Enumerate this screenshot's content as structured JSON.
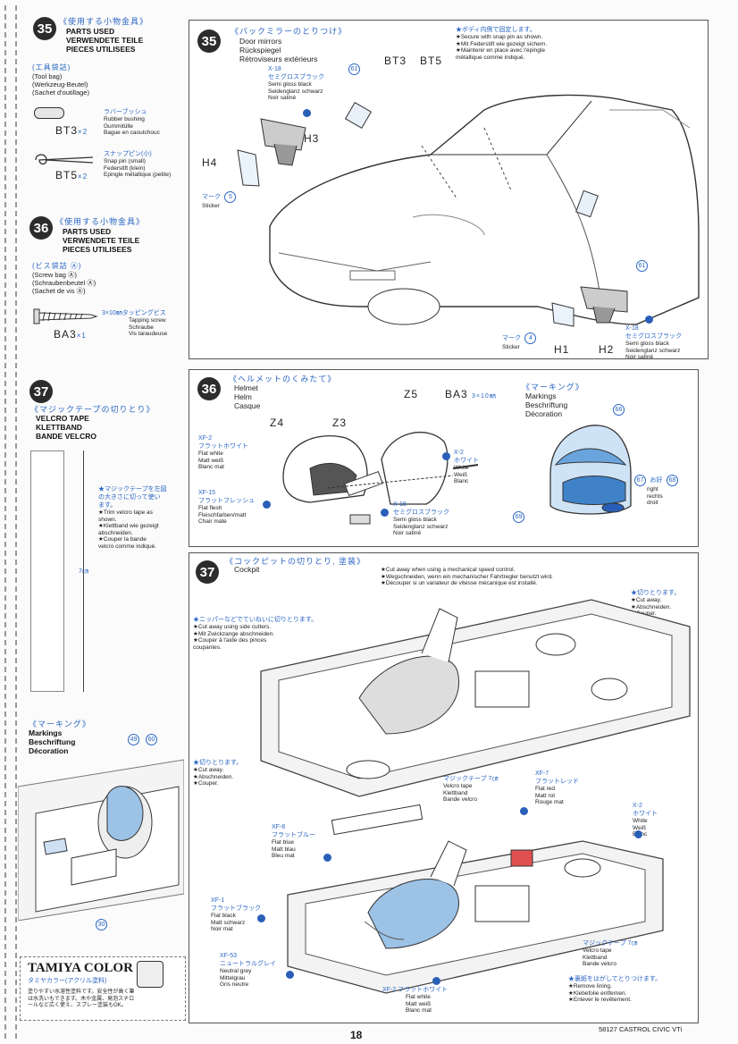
{
  "page_number": "18",
  "footer_code": "58127 CASTROL CIVIC VTi",
  "step35_parts": {
    "num": "35",
    "jp": "《使用する小物金具》",
    "title": [
      "PARTS USED",
      "VERWENDETE TEILE",
      "PIECES UTILISEES"
    ],
    "bag_jp": "(工具袋詰)",
    "bag": [
      "(Tool bag)",
      "(Werkzeug-Beutel)",
      "(Sachet d'outillage)"
    ],
    "bt3": {
      "id": "BT3",
      "qty": "×2",
      "jp": "ラバーブッシュ",
      "names": [
        "Rubber bushing",
        "Gummitülle",
        "Bague en caoutchouc"
      ]
    },
    "bt5": {
      "id": "BT5",
      "qty": "×2",
      "jp": "スナップピン(小)",
      "names": [
        "Snap pin (small)",
        "Federstift (klein)",
        "Epingle métallique (petite)"
      ]
    }
  },
  "step36_parts": {
    "num": "36",
    "jp": "《使用する小物金具》",
    "title": [
      "PARTS USED",
      "VERWENDETE TEILE",
      "PIECES UTILISEES"
    ],
    "bag_jp": "(ビス袋詰 Ⓐ)",
    "bag": [
      "(Screw bag Ⓐ)",
      "(Schraubenbeutel Ⓐ)",
      "(Sachet de vis Ⓐ)"
    ],
    "ba3": {
      "id": "BA3",
      "qty": "×1",
      "jp": "3×10㎜タッピングビス",
      "names": [
        "Tapping screw",
        "Schraube",
        "Vis taraudeuse"
      ]
    }
  },
  "step37_left": {
    "num": "37",
    "jp": "《マジックテープの切りとり》",
    "title": [
      "VELCRO TAPE",
      "KLETTBAND",
      "BANDE VELCRO"
    ],
    "note_jp": [
      "★マジックテープを左図",
      "の大きさに切って使い",
      "ます。"
    ],
    "note": [
      "★Trim velcro tape as",
      "shown.",
      "★Klettband wie gezeigt",
      "abschneiden.",
      "★Couper la bande",
      "velcro comme indiqué."
    ],
    "length": "7㎝",
    "marking_jp": "《マーキング》",
    "marking": [
      "Markings",
      "Beschriftung",
      "Décoration"
    ],
    "stickers": [
      "49",
      "60",
      "30"
    ]
  },
  "tamiya": {
    "brand": "TAMIYA COLOR",
    "sub": "タミヤカラー(アクリル塗料)",
    "lines": [
      "塗りやすい水溶性塗料です。安全性が高く筆",
      "は水洗いもできます。木や金属、発泡スチロ",
      "ールなど広く使え、スプレー塗装もOK。"
    ]
  },
  "panel35": {
    "num": "35",
    "jp": "《バックミラーのとりつけ》",
    "title": [
      "Door mirrors",
      "Rückspiegel",
      "Rétroviseurs extérieurs"
    ],
    "color": {
      "code": "X-18",
      "jp": "セミグロスブラック",
      "names": [
        "Semi gloss black",
        "Seidenglanz schwarz",
        "Noir satiné"
      ]
    },
    "notes_jp": "★ボディ内側で固定します。",
    "notes": [
      "★Secure with snap pin as shown.",
      "★Mit Federstift wie gezeigt sichern.",
      "★Maintenir en place avec l'épingle",
      "métallique comme indiqué."
    ],
    "labels": {
      "bt3": "BT3",
      "bt5": "BT5",
      "h3": "H3",
      "h4": "H4",
      "h1": "H1",
      "h2": "H2",
      "s61": "61",
      "s61b": "61"
    },
    "sticker_jp": "マーク",
    "sticker_num_a": "5",
    "sticker_num_b": "4",
    "sticker": "Sticker",
    "color2": {
      "code": "X-18",
      "jp": "セミグロスブラック",
      "names": [
        "Semi gloss black",
        "Seidenglanz schwarz",
        "Noir satiné"
      ]
    }
  },
  "panel36": {
    "num": "36",
    "jp": "《ヘルメットのくみたて》",
    "title": [
      "Helmet",
      "Helm",
      "Casque"
    ],
    "labels": {
      "z5": "Z5",
      "z4": "Z4",
      "z3": "Z3",
      "ba3": "BA3",
      "ba3_size": "3×10㎜"
    },
    "xf2": {
      "code": "XF-2",
      "jp": "フラットホワイト",
      "names": [
        "Flat white",
        "Matt weiß",
        "Blanc mat"
      ]
    },
    "xf15": {
      "code": "XF-15",
      "jp": "フラットフレッシュ",
      "names": [
        "Flat flesh",
        "Fleischfarben/matt",
        "Chair mate"
      ]
    },
    "x2": {
      "code": "X-2",
      "jp": "ホワイト",
      "names": [
        "White",
        "Weiß",
        "Blanc"
      ]
    },
    "x18": {
      "code": "X-18",
      "jp": "セミグロスブラック",
      "names": [
        "Semi gloss black",
        "Seidenglanz schwarz",
        "Noir satiné"
      ]
    },
    "marking_jp": "《マーキング》",
    "marking": [
      "Markings",
      "Beschriftung",
      "Décoration"
    ],
    "stickers": {
      "a": "66",
      "b": "67",
      "c": "68",
      "d": "69"
    },
    "side_jp": "お好",
    "side": [
      "right",
      "rechts",
      "droit"
    ]
  },
  "panel37": {
    "num": "37",
    "jp": "《コックピットの切りとり, 塗装》",
    "title": "Cockpit",
    "speed_note": [
      "★Cut away when using a mechanical speed control.",
      "★Wegschneiden, wenn ein mechanischer Fahrtregler benutzt wird.",
      "★Découper si un variateur de vitesse mécanique est installé."
    ],
    "cut_jp": "★切りとります。",
    "cut": [
      "★Cut away.",
      "★Abschneiden.",
      "★Couper."
    ],
    "nipper_jp": "★ニッパーなどでていねいに切りとります。",
    "nipper": [
      "★Cut away using side cutters.",
      "★Mit Zwickzange abschneiden.",
      "★Couper à l'aide des pinces",
      "coupantes."
    ],
    "cut2_jp": "★切りとります。",
    "cut2": [
      "★Cut away.",
      "★Abschneiden.",
      "★Couper."
    ],
    "velcro_jp": "マジックテープ 7㎝",
    "velcro": [
      "Velcro tape",
      "Klettband",
      "Bande velcro"
    ],
    "xf7": {
      "code": "XF-7",
      "jp": "フラットレッド",
      "names": [
        "Flat red",
        "Matt rot",
        "Rouge mat"
      ]
    },
    "x2": {
      "code": "X-2",
      "jp": "ホワイト",
      "names": [
        "White",
        "Weiß",
        "Blanc"
      ]
    },
    "xf8": {
      "code": "XF-8",
      "jp": "フラットブルー",
      "names": [
        "Flat blue",
        "Matt blau",
        "Bleu mat"
      ]
    },
    "xf1": {
      "code": "XF-1",
      "jp": "フラットブラック",
      "names": [
        "Flat black",
        "Matt schwarz",
        "Noir mat"
      ]
    },
    "xf53": {
      "code": "XF-53",
      "jp": "ニュートラルグレイ",
      "names": [
        "Neutral grey",
        "Mittelgrau",
        "Gris neutre"
      ]
    },
    "xf2": {
      "code": "XF-2",
      "jp": "フラットホワイト",
      "names": [
        "Flat white",
        "Matt weiß",
        "Blanc mat"
      ]
    },
    "velcro2_jp": "マジックテープ 7㎝",
    "velcro2": [
      "Velcro tape",
      "Klettband",
      "Bande velcro"
    ],
    "backing_jp": "★裏紙をはがしてとりつけます。",
    "backing": [
      "★Remove lining.",
      "★Klebefolie entfernen.",
      "★Enlever le revêtement."
    ]
  }
}
